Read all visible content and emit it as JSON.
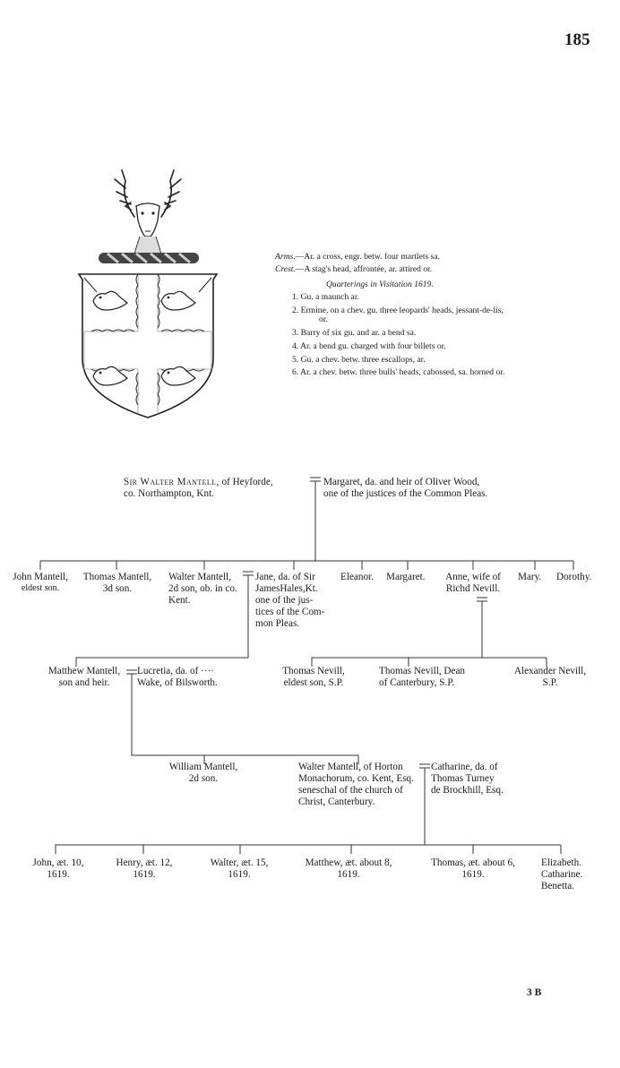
{
  "page": {
    "number": "185",
    "signature": "3 B"
  },
  "heraldry": {
    "arms_label": "Arms.",
    "arms_text": "—Ar. a cross, engr. betw. four martlets sa.",
    "crest_label": "Crest.",
    "crest_text": "—A stag's head, affrontée, ar. attired or.",
    "quarterings_title": "Quarterings in Visitation 1619.",
    "quarterings": [
      {
        "n": "1.",
        "text": "Gu. a maunch ar."
      },
      {
        "n": "2.",
        "text": "Ermine, on a chev. gu. three leopards' heads, jessant-de-lis,"
      },
      {
        "n": "",
        "text": "or."
      },
      {
        "n": "3.",
        "text": "Barry of six gu. and ar. a bend sa."
      },
      {
        "n": "4.",
        "text": "Ar. a bend gu. charged with four billets or."
      },
      {
        "n": "5.",
        "text": "Gu. a chev. betw. three escallops, ar."
      },
      {
        "n": "6.",
        "text": "Ar. a chev. betw. three bulls' heads, cabossed, sa. horned or."
      }
    ]
  },
  "gen1": {
    "walter_name": "Sir Walter Mantell,",
    "walter_line1_rest": " of Heyforde,",
    "walter_line2": "co. Northampton, Knt.",
    "margaret_line1": "Margaret, da. and heir of Oliver Wood,",
    "margaret_line2": "one of the justices of the Common Pleas."
  },
  "gen2": {
    "john": [
      "John Mantell,",
      "eldest son."
    ],
    "thomas": [
      "Thomas Mantell,",
      "3d son."
    ],
    "walter": [
      "Walter Mantell,",
      "2d son, ob. in co.",
      "Kent."
    ],
    "jane": [
      "Jane, da. of Sir",
      "JamesHales,Kt.",
      "one of the jus-",
      "tices of the Com-",
      "mon Pleas."
    ],
    "eleanor": "Eleanor.",
    "margaret": "Margaret.",
    "anne": [
      "Anne, wife of",
      "Richd Nevill."
    ],
    "mary": "Mary.",
    "dorothy": "Dorothy."
  },
  "gen3": {
    "matthew": [
      "Matthew Mantell,",
      "son and heir."
    ],
    "lucretia": [
      "Lucretia, da. of ····",
      "Wake, of Bilsworth."
    ],
    "thomas_nevill": [
      "Thomas Nevill,",
      "eldest son, S.P."
    ],
    "thomas_nevill_dean": [
      "Thomas Nevill, Dean",
      "of Canterbury, S.P."
    ],
    "alexander": [
      "Alexander Nevill,",
      "S.P."
    ]
  },
  "gen4": {
    "william": [
      "William Mantell,",
      "2d son."
    ],
    "walter": [
      "Walter Mantell, of Horton",
      "Monachorum, co. Kent, Esq.",
      "seneschal of the church of",
      "Christ, Canterbury."
    ],
    "catharine": [
      "Catharine, da. of",
      "Thomas Turney",
      "de Brockhill, Esq."
    ]
  },
  "gen5": {
    "john": [
      "John, æt. 10,",
      "1619."
    ],
    "henry": [
      "Henry, æt. 12,",
      "1619."
    ],
    "walter": [
      "Walter, æt. 15,",
      "1619."
    ],
    "matthew": [
      "Matthew, æt. about 8,",
      "1619."
    ],
    "thomas": [
      "Thomas, æt. about 6,",
      "1619."
    ],
    "daughters": [
      "Elizabeth.",
      "Catharine.",
      "Benetta."
    ]
  }
}
